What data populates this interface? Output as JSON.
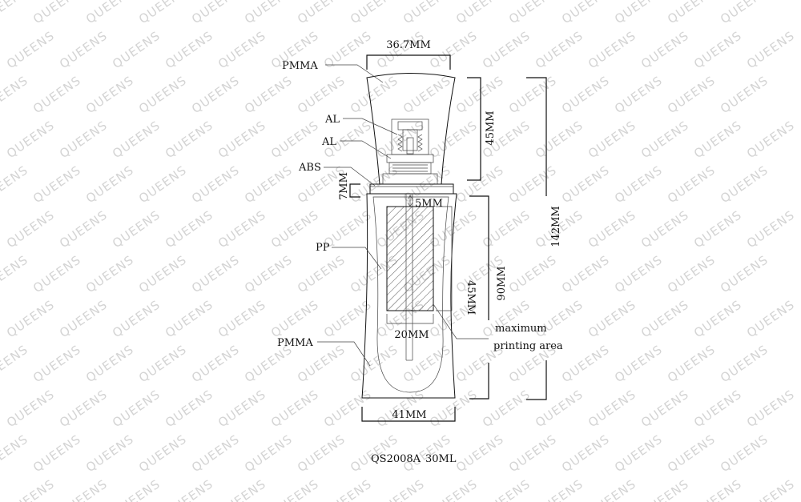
{
  "watermark": "QUEENS",
  "labels": {
    "cap_material": "PMMA",
    "pump_material_1": "AL",
    "pump_material_2": "AL",
    "collar_material": "ABS",
    "inner_material": "PP",
    "bottle_material": "PMMA",
    "print_note_line1": "maximum",
    "print_note_line2": "printing area"
  },
  "dimensions": {
    "cap_width": "36.7MM",
    "cap_height": "45MM",
    "collar_height": "7MM",
    "top_gap": "5MM",
    "print_height": "45MM",
    "print_width": "20MM",
    "body_height": "90MM",
    "total_height": "142MM",
    "bottle_width": "41MM"
  },
  "model": {
    "code": "QS2008A",
    "volume": "30ML"
  }
}
